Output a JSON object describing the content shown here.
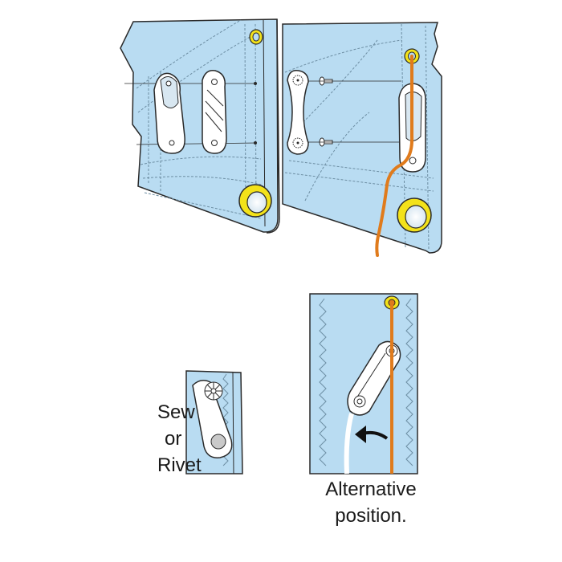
{
  "labels": {
    "sew": "Sew",
    "or": "or",
    "rivet": "Rivet",
    "alternative_line1": "Alternative",
    "alternative_line2": "position."
  },
  "colors": {
    "sail_blue": "#b9dcf2",
    "outline": "#2a2a2a",
    "stitch": "#6d8ea3",
    "eyelet_yellow": "#f3e21a",
    "line_orange": "#e07b1c",
    "arrow_black": "#111111",
    "fitting_white": "#ffffff"
  },
  "icons": {
    "arrow": "curved-arrow-icon",
    "eyelet": "eyelet-ring-icon",
    "rivet_plate": "rivet-plate-icon"
  }
}
